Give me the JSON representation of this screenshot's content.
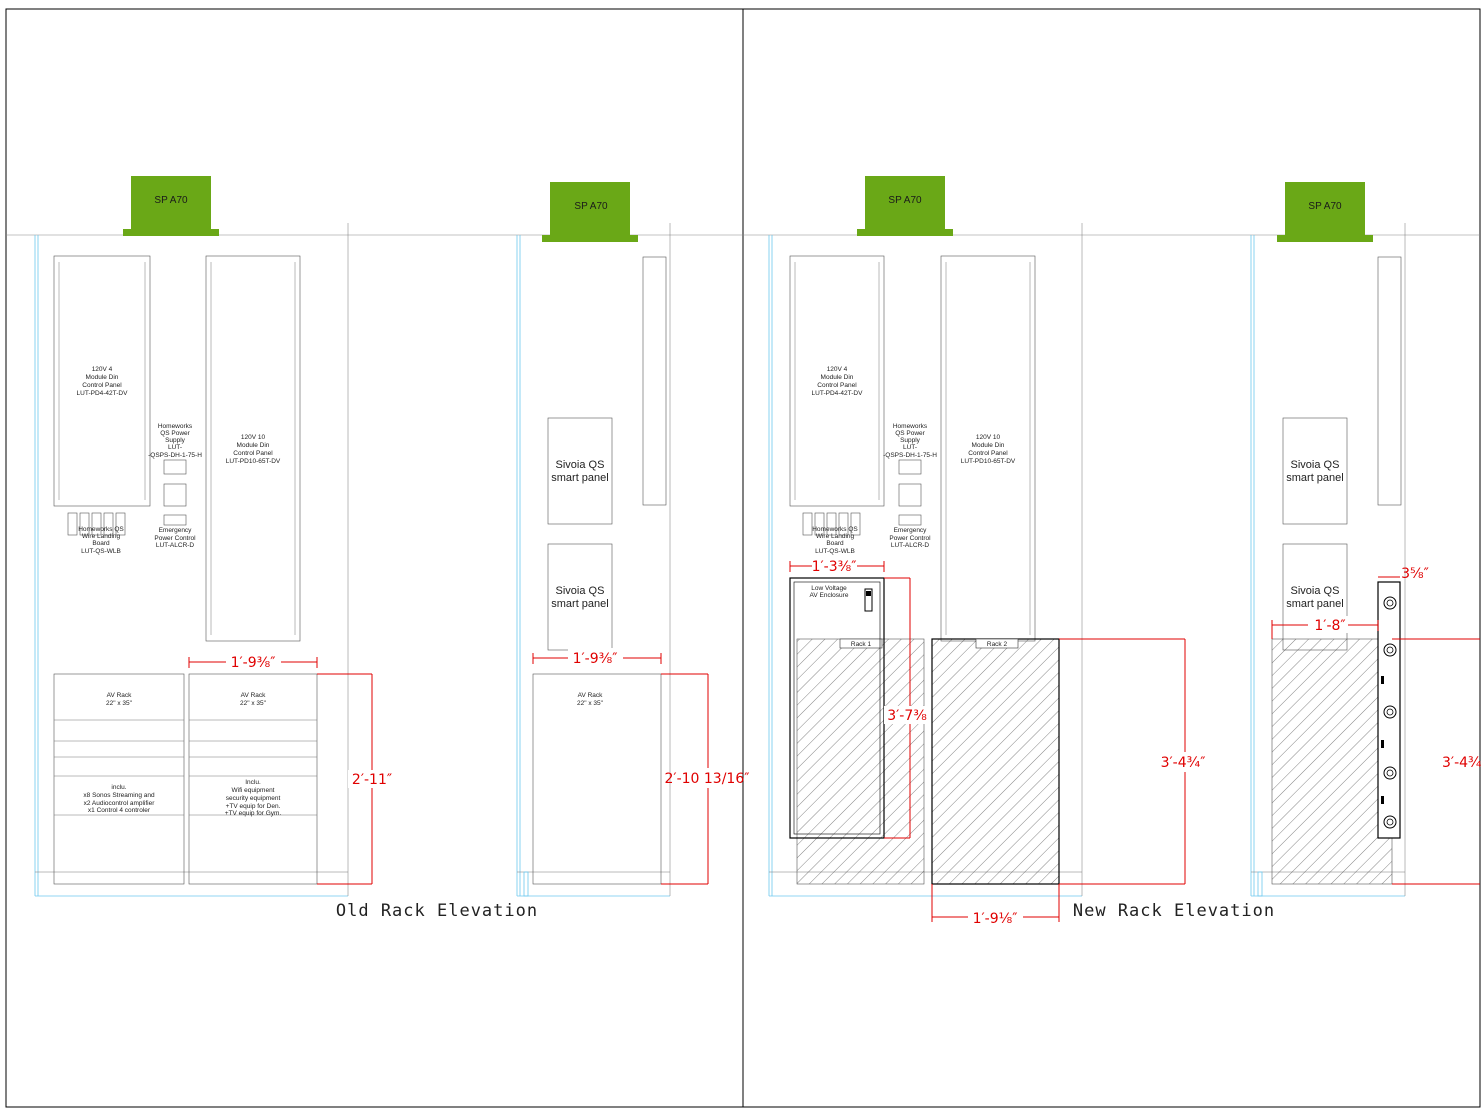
{
  "sheet": {
    "left_title": "Old Rack Elevation",
    "right_title": "New Rack Elevation"
  },
  "speaker_label": "SP A70",
  "panels": {
    "din4": [
      "120V 4",
      "Module Din",
      "Control Panel",
      "LUT-PD4-42T-DV"
    ],
    "din10": [
      "120V 10",
      "Module Din",
      "Control Panel",
      "LUT-PD10-65T-DV"
    ],
    "power_supply": [
      "Homeworks",
      "QS Power",
      "Supply",
      "LUT-",
      "-QSPS-DH-1-75-H"
    ],
    "wire_landing": [
      "Homeworks QS",
      "Wire Landing",
      "Board",
      "LUT-QS-WLB"
    ],
    "emergency": [
      "Emergency",
      "Power Control",
      "LUT-ALCR-D"
    ],
    "sivoia": [
      "Sivoia QS",
      "smart panel"
    ]
  },
  "old_racks": {
    "rack_label": [
      "AV Rack",
      "22\" x 35\""
    ],
    "rack1_note": [
      "inclu.",
      "x8 Sonos Streaming and",
      "x2 Audiocontrol amplifier",
      "x1 Control 4 controler"
    ],
    "rack2_note": [
      "Inclu.",
      "Wifi equipment",
      "security equipment",
      "+TV equip for Den.",
      "+TV equip for Gym."
    ]
  },
  "new_racks": {
    "enclosure_label": [
      "Low Voltage",
      "AV Enclosure"
    ],
    "rack1": "Rack 1",
    "rack2": "Rack 2"
  },
  "dimensions": {
    "old_width": "1′-9⅜″",
    "old_height": "2′-11″",
    "old_side_width": "1′-9⅜″",
    "old_side_height": "2′-10 13/16″",
    "enc_width": "1′-3⅜″",
    "enc_height": "3′-7⅜",
    "new_height": "3′-4¾″",
    "new_width": "1′-9⅛″",
    "side_depth": "1′-8″",
    "side_small": "3⅝″",
    "side_height": "3′-4¾″"
  }
}
